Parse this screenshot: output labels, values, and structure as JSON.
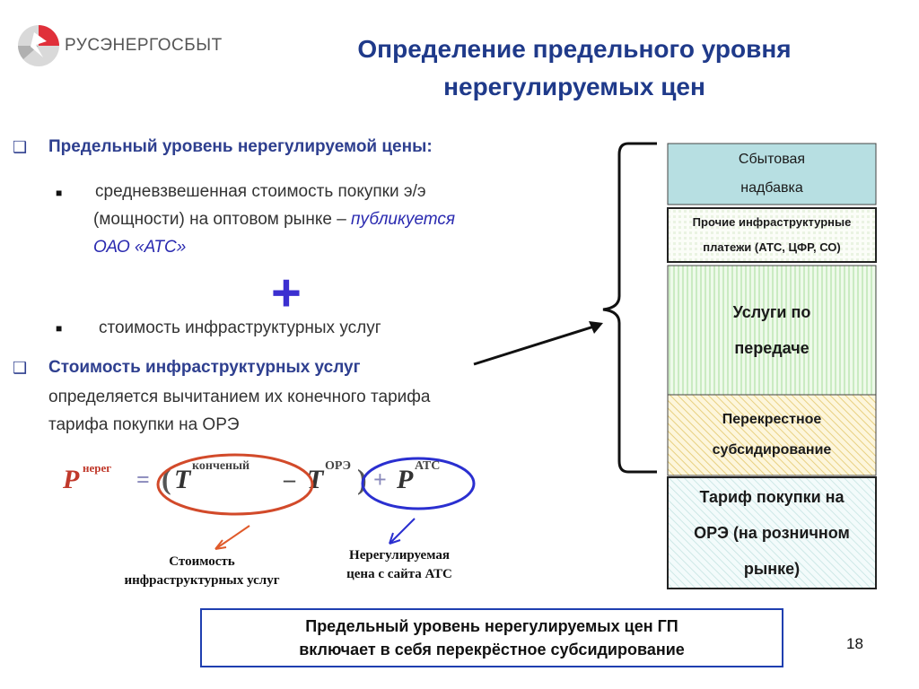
{
  "header": {
    "logo_text": "РУСЭНЕРГОСБЫТ",
    "title_line1": "Определение предельного уровня",
    "title_line2": "нерегулируемых цен"
  },
  "left": {
    "heading1": "Предельный уровень нерегулируемой цены:",
    "bullet1_line1": "средневзвешенная стоимость покупки э/э",
    "bullet1_line2_prefix": "(мощности) на оптовом рынке – ",
    "bullet1_line2_italic": "публикуется",
    "bullet1_line3": "ОАО «АТС»",
    "plus": "+",
    "bullet2": "стоимость инфраструктурных услуг",
    "heading2": "Стоимость инфраструктурных услуг",
    "heading2_line2": "определяется вычитанием их конечного тарифа",
    "heading2_line3": "тарифа покупки на ОРЭ"
  },
  "formula": {
    "p": "P",
    "p_sup": "нерег",
    "equals": "=",
    "open": "(",
    "t1": "T",
    "t1_sup": "конченый",
    "minus": "–",
    "t2": "T",
    "t2_sup": "ОРЭ",
    "close": ")",
    "plus": "+",
    "p2": "P",
    "p2_sup": "АТС"
  },
  "captions": {
    "left_line1": "Стоимость",
    "left_line2": "инфраструктурных услуг",
    "right_line1": "Нерегулируемая",
    "right_line2": "цена с сайта АТС"
  },
  "stack": [
    {
      "line1": "Сбытовая",
      "line2": "надбавка"
    },
    {
      "line1": "Прочие инфраструктурные",
      "line2": "платежи (АТС, ЦФР, СО)"
    },
    {
      "line1": "Услуги по",
      "line2": "передаче"
    },
    {
      "line1": "Перекрестное",
      "line2": "субсидирование"
    },
    {
      "line1": "Тариф покупки на",
      "line2": "ОРЭ  (на розничном",
      "line3": "рынке)"
    }
  ],
  "bottom": {
    "line1": "Предельный уровень нерегулируемых цен ГП",
    "line2": "включает в себя перекрёстное субсидирование"
  },
  "page_number": "18"
}
